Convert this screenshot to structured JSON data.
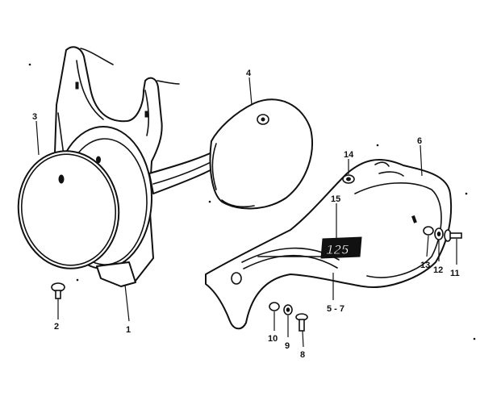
{
  "callouts": {
    "c1": "1",
    "c2": "2",
    "c3": "3",
    "c4": "4",
    "c5_7": "5 - 7",
    "c6": "6",
    "c8": "8",
    "c9": "9",
    "c10": "10",
    "c11": "11",
    "c12": "12",
    "c13": "13",
    "c14": "14",
    "c15": "15"
  },
  "decal_text": "125",
  "colors": {
    "line": "#111111",
    "background": "#ffffff"
  }
}
